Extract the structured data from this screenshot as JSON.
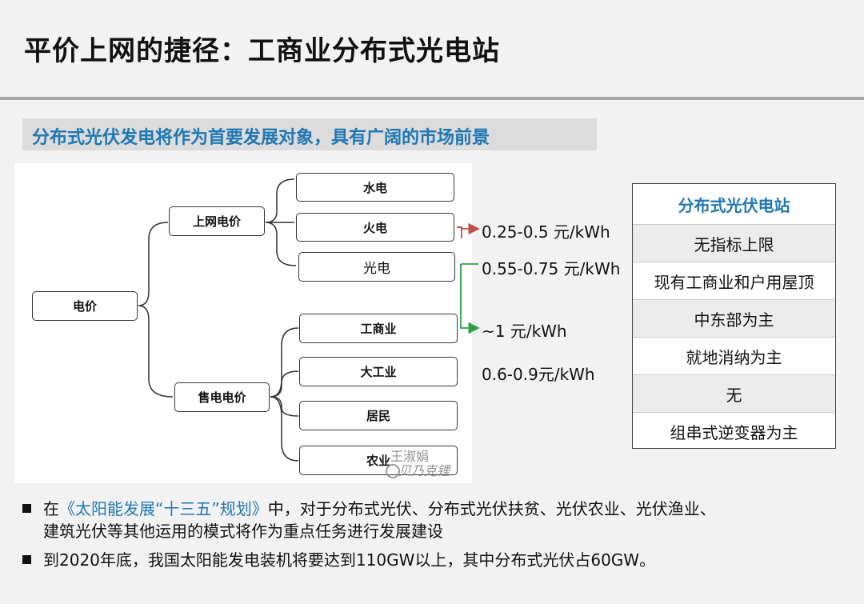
{
  "title": "平价上网的捷径：工商业分布式光电站",
  "subtitle": "分布式光伏发电将作为首要发展对象，具有广阔的市场前景",
  "diagram": {
    "root": "电价",
    "branch_grid": "上网电价",
    "branch_sale": "售电电价",
    "grid_children": [
      "水电",
      "火电",
      "光电"
    ],
    "sale_children": [
      "工商业",
      "大工业",
      "居民",
      "农业"
    ]
  },
  "watermark": {
    "line1": "王淑娟",
    "line2": "贝乃克锂"
  },
  "prices": {
    "p1": "0.25-0.5 元/kWh",
    "p2": "0.55-0.75 元/kWh",
    "p3": "~1 元/kWh",
    "p4": "0.6-0.9元/kWh"
  },
  "arrow_colors": {
    "red": "#c0504d",
    "green": "#2ea043"
  },
  "table": {
    "header": "分布式光伏电站",
    "rows": [
      "无指标上限",
      "现有工商业和户用屋顶",
      "中东部为主",
      "就地消纳为主",
      "无",
      "组串式逆变器为主"
    ]
  },
  "bullets": {
    "b1_pre": "在",
    "b1_highlight": "《太阳能发展“十三五”规划》",
    "b1_post": "中，对于分布式光伏、分布式光伏扶贫、光伏农业、光伏渔业、",
    "b1_cont": "建筑光伏等其他运用的模式将作为重点任务进行发展建设",
    "b2": "到2020年底，我国太阳能发电装机将要达到110GW以上，其中分布式光伏占60GW。"
  },
  "colors": {
    "accent_blue": "#1f77b4",
    "subtitle_bg": "#dcdcdc",
    "rule_gray": "#a6a6a6"
  }
}
